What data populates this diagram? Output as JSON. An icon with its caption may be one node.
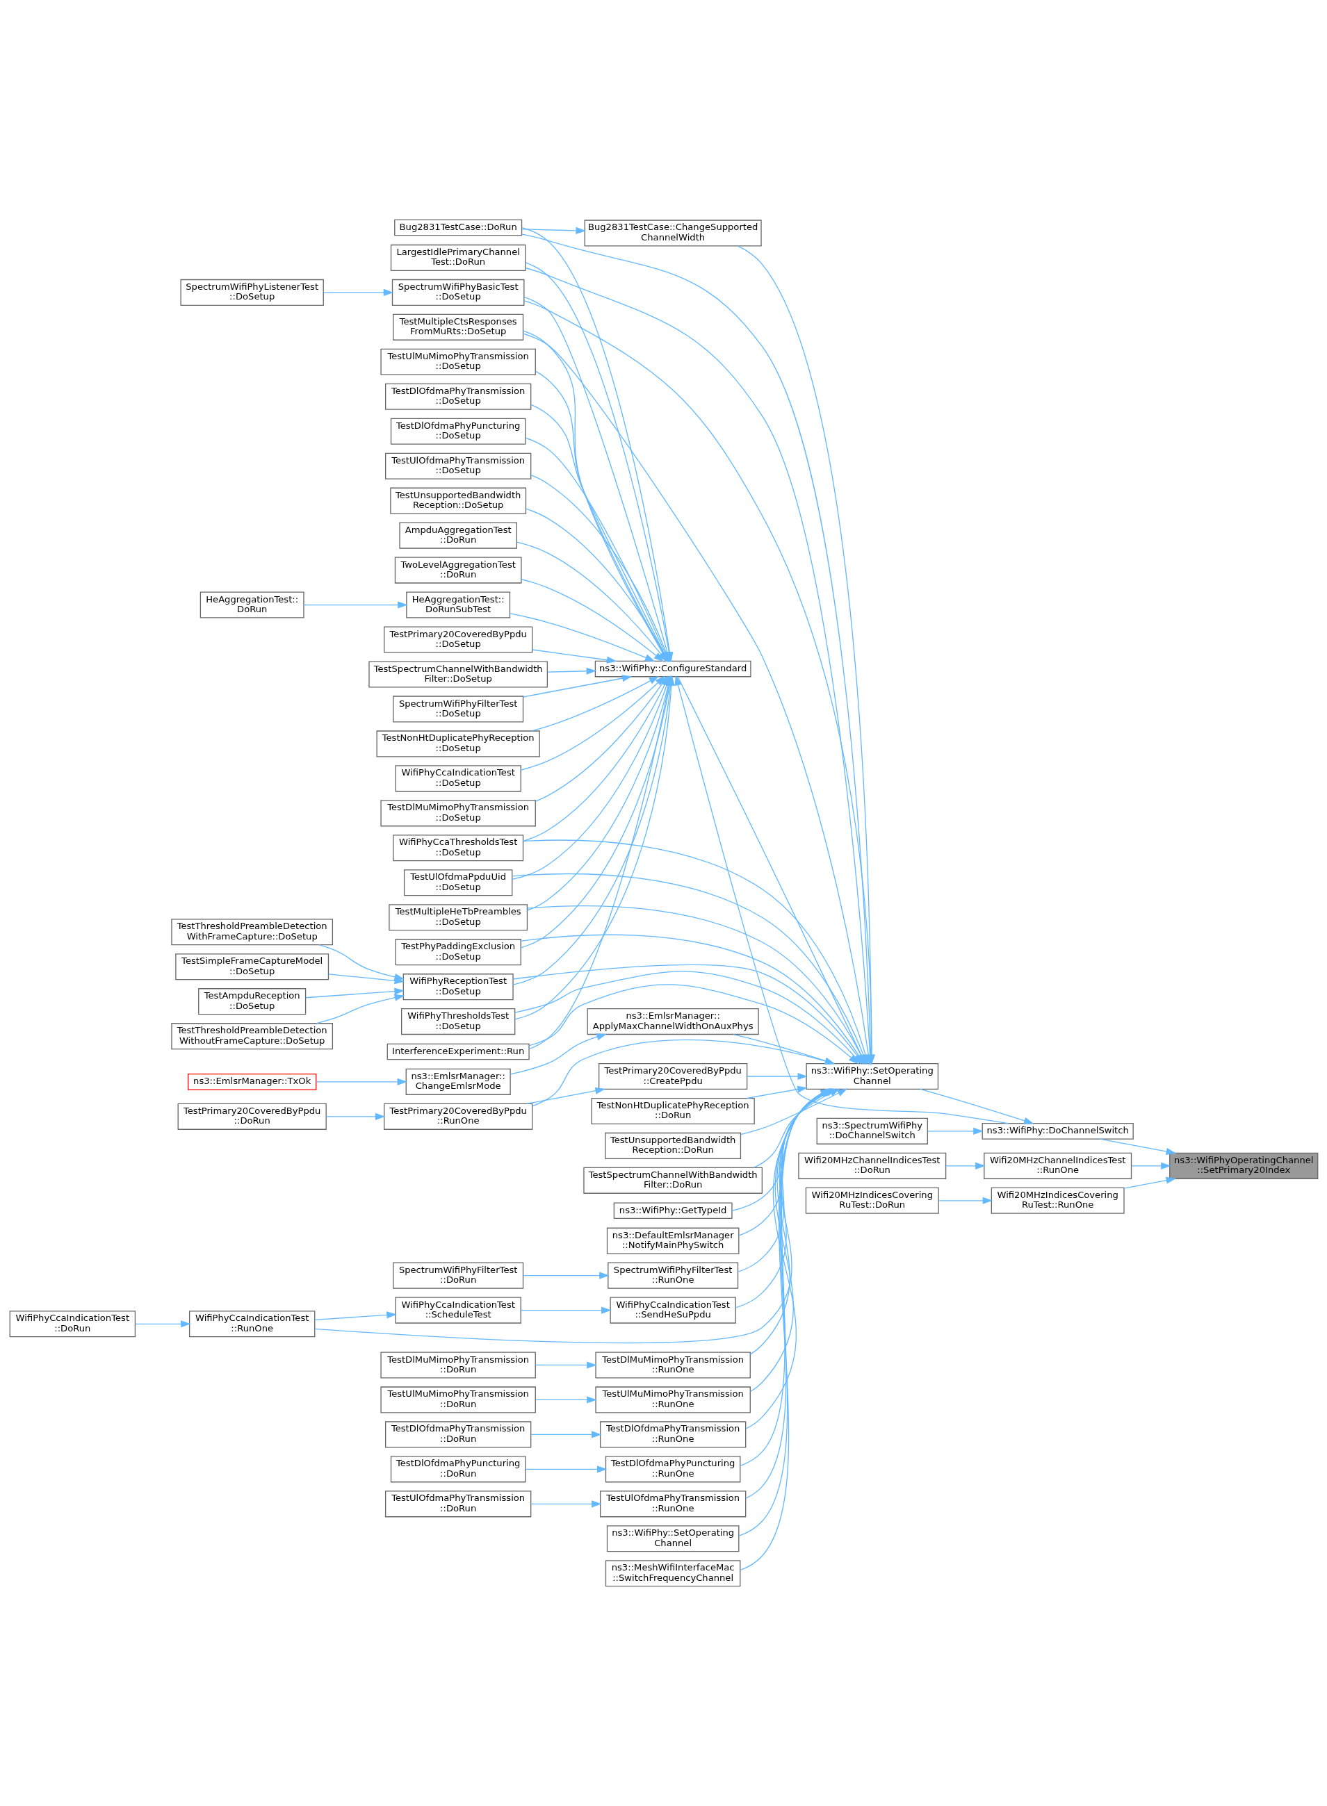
{
  "diagram": {
    "nodes": [
      {
        "text": [
          "ns3::EmlsrManager::TxOk"
        ]
      },
      {
        "text": [
          "ns3::EmlsrManager:: ChangeEmlsrMode"
        ]
      },
      {
        "text": [
          "ns3::EmlsrManager:: ApplyMaxChannelWidthOnAuxPhys"
        ]
      },
      {
        "text": [
          "Bug2831TestCase::DoRun"
        ]
      },
      {
        "text": [
          "LargestIdlePrimaryChannel Test::DoRun"
        ]
      },
      {
        "text": [
          "AmpduAggregationTest ::DoRun"
        ]
      },
      {
        "text": [
          "Bug2831TestCase::ChangeSupported ChannelWidth"
        ]
      },
      {
        "text": [
          "TwoLevelAggregationTest ::DoRun"
        ]
      },
      {
        "text": [
          "HeAggregationTest:: DoRun"
        ]
      },
      {
        "text": [
          "HeAggregationTest:: DoRunSubTest"
        ]
      },
      {
        "text": [
          "SpectrumWifiPhyListenerTest ::DoSetup"
        ]
      },
      {
        "text": [
          "SpectrumWifiPhyBasicTest ::DoSetup"
        ]
      },
      {
        "text": [
          "TestMultipleCtsResponses FromMuRts::DoSetup"
        ]
      },
      {
        "text": [
          "SpectrumWifiPhyFilterTest ::DoSetup"
        ]
      },
      {
        "text": [
          "TestNonHtDuplicatePhyReception ::DoSetup"
        ]
      },
      {
        "text": [
          "WifiPhyCcaIndicationTest ::DoSetup"
        ]
      },
      {
        "text": [
          "TestDlMuMimoPhyTransmission ::DoSetup"
        ]
      },
      {
        "text": [
          "TestUlMuMimoPhyTransmission ::DoSetup"
        ]
      },
      {
        "text": [
          "TestDlOfdmaPhyTransmission ::DoSetup"
        ]
      },
      {
        "text": [
          "TestDlOfdmaPhyPuncturing ::DoSetup"
        ]
      },
      {
        "text": [
          "ns3::WifiPhy::ConfigureStandard"
        ]
      },
      {
        "text": [
          "TestUlOfdmaPhyTransmission ::DoSetup"
        ]
      },
      {
        "text": [
          "TestUnsupportedBandwidth Reception::DoSetup"
        ]
      },
      {
        "text": [
          "TestPrimary20CoveredByPpdu ::DoSetup"
        ]
      },
      {
        "text": [
          "TestSpectrumChannelWithBandwidth Filter::DoSetup"
        ]
      },
      {
        "text": [
          "WifiPhyCcaThresholdsTest ::DoSetup"
        ]
      },
      {
        "text": [
          "TestUlOfdmaPpduUid ::DoSetup"
        ]
      },
      {
        "text": [
          "TestMultipleHeTbPreambles ::DoSetup"
        ]
      },
      {
        "text": [
          "TestThresholdPreambleDetection WithoutFrameCapture::DoSetup"
        ]
      },
      {
        "text": [
          "TestPhyPaddingExclusion ::DoSetup"
        ]
      },
      {
        "text": [
          "TestThresholdPreambleDetection WithFrameCapture::DoSetup"
        ]
      },
      {
        "text": [
          "WifiPhyReceptionTest ::DoSetup"
        ]
      },
      {
        "text": [
          "ns3::SpectrumWifiPhy ::DoChannelSwitch"
        ]
      },
      {
        "text": [
          "TestSimpleFrameCaptureModel ::DoSetup"
        ]
      },
      {
        "text": [
          "WifiPhyThresholdsTest ::DoSetup"
        ]
      },
      {
        "text": [
          "TestAmpduReception ::DoSetup"
        ]
      },
      {
        "text": [
          "ns3::WifiPhy::DoChannelSwitch"
        ]
      },
      {
        "text": [
          "InterferenceExperiment::Run"
        ]
      },
      {
        "text": [
          "ns3::WifiPhy::SetOperating Channel"
        ]
      },
      {
        "text": [
          "TestPrimary20CoveredByPpdu ::CreatePpdu"
        ]
      },
      {
        "text": [
          "TestPrimary20CoveredByPpdu ::DoRun"
        ]
      },
      {
        "text": [
          "TestPrimary20CoveredByPpdu ::RunOne"
        ]
      },
      {
        "text": [
          "Wifi20MHzChannelIndicesTest ::DoRun"
        ]
      },
      {
        "text": [
          "Wifi20MHzChannelIndicesTest ::RunOne"
        ]
      },
      {
        "text": [
          "ns3::WifiPhyOperatingChannel ::SetPrimary20Index"
        ]
      },
      {
        "text": [
          "TestNonHtDuplicatePhyReception ::DoRun"
        ]
      },
      {
        "text": [
          "Wifi20MHzIndicesCovering RuTest::DoRun"
        ]
      },
      {
        "text": [
          "Wifi20MHzIndicesCovering RuTest::RunOne"
        ]
      },
      {
        "text": [
          "TestUnsupportedBandwidth Reception::DoRun"
        ]
      },
      {
        "text": [
          "TestSpectrumChannelWithBandwidth Filter::DoRun"
        ]
      },
      {
        "text": [
          "ns3::WifiPhy::GetTypeId"
        ]
      },
      {
        "text": [
          "ns3::DefaultEmlsrManager ::NotifyMainPhySwitch"
        ]
      },
      {
        "text": [
          "SpectrumWifiPhyFilterTest ::DoRun"
        ]
      },
      {
        "text": [
          "SpectrumWifiPhyFilterTest ::RunOne"
        ]
      },
      {
        "text": [
          "WifiPhyCcaIndicationTest ::DoRun"
        ]
      },
      {
        "text": [
          "WifiPhyCcaIndicationTest ::RunOne"
        ]
      },
      {
        "text": [
          "WifiPhyCcaIndicationTest ::ScheduleTest"
        ]
      },
      {
        "text": [
          "WifiPhyCcaIndicationTest ::SendHeSuPpdu"
        ]
      },
      {
        "text": [
          "TestDlMuMimoPhyTransmission ::DoRun"
        ]
      },
      {
        "text": [
          "TestDlMuMimoPhyTransmission ::RunOne"
        ]
      },
      {
        "text": [
          "TestUlMuMimoPhyTransmission ::DoRun"
        ]
      },
      {
        "text": [
          "TestUlMuMimoPhyTransmission ::RunOne"
        ]
      },
      {
        "text": [
          "TestDlOfdmaPhyTransmission ::DoRun"
        ]
      },
      {
        "text": [
          "TestDlOfdmaPhyTransmission ::RunOne"
        ]
      },
      {
        "text": [
          "TestDlOfdmaPhyPuncturing ::DoRun"
        ]
      },
      {
        "text": [
          "TestDlOfdmaPhyPuncturing ::RunOne"
        ]
      },
      {
        "text": [
          "TestUlOfdmaPhyTransmission ::DoRun"
        ]
      },
      {
        "text": [
          "TestUlOfdmaPhyTransmission ::RunOne"
        ]
      },
      {
        "text": [
          "ns3::WifiPhy::SetOperating Channel"
        ]
      },
      {
        "text": [
          "ns3::MeshWifiInterfaceMac ::SwitchFrequencyChannel"
        ]
      }
    ],
    "edges": [
      {
        "from": 0,
        "to": 1,
        "arrow": "to"
      },
      {
        "from": 1,
        "to": 2,
        "arrow": "to"
      },
      {
        "from": 2,
        "to": 38,
        "arrow": "to"
      },
      {
        "from": 3,
        "to": 6,
        "arrow": "to"
      },
      {
        "from": 3,
        "to": 20,
        "arrow": "to"
      },
      {
        "from": 3,
        "to": 38,
        "arrow": "to"
      },
      {
        "from": 4,
        "to": 20,
        "arrow": "to"
      },
      {
        "from": 4,
        "to": 38,
        "arrow": "to"
      },
      {
        "from": 5,
        "to": 20,
        "arrow": "to"
      },
      {
        "from": 6,
        "to": 38,
        "arrow": "to"
      },
      {
        "from": 7,
        "to": 20,
        "arrow": "to"
      },
      {
        "from": 8,
        "to": 9,
        "arrow": "to"
      },
      {
        "from": 9,
        "to": 20,
        "arrow": "to"
      },
      {
        "from": 10,
        "to": 11,
        "arrow": "to"
      },
      {
        "from": 11,
        "to": 20,
        "arrow": "to"
      },
      {
        "from": 11,
        "to": 38,
        "arrow": "to"
      },
      {
        "from": 12,
        "to": 20,
        "arrow": "to"
      },
      {
        "from": 12,
        "to": 38,
        "arrow": "to"
      },
      {
        "from": 13,
        "to": 20,
        "arrow": "to"
      },
      {
        "from": 14,
        "to": 20,
        "arrow": "to"
      },
      {
        "from": 15,
        "to": 20,
        "arrow": "to"
      },
      {
        "from": 16,
        "to": 20,
        "arrow": "to"
      },
      {
        "from": 17,
        "to": 20,
        "arrow": "to"
      },
      {
        "from": 18,
        "to": 20,
        "arrow": "to"
      },
      {
        "from": 19,
        "to": 20,
        "arrow": "to"
      },
      {
        "from": 20,
        "to": 38,
        "arrow": "to"
      },
      {
        "from": 21,
        "to": 20,
        "arrow": "to"
      },
      {
        "from": 22,
        "to": 20,
        "arrow": "to"
      },
      {
        "from": 23,
        "to": 20,
        "arrow": "to"
      },
      {
        "from": 24,
        "to": 20,
        "arrow": "to"
      },
      {
        "from": 25,
        "to": 20,
        "arrow": "to"
      },
      {
        "from": 25,
        "to": 38,
        "arrow": "to"
      },
      {
        "from": 26,
        "to": 20,
        "arrow": "to"
      },
      {
        "from": 26,
        "to": 38,
        "arrow": "to"
      },
      {
        "from": 27,
        "to": 20,
        "arrow": "to"
      },
      {
        "from": 27,
        "to": 38,
        "arrow": "to"
      },
      {
        "from": 28,
        "to": 31,
        "arrow": "to"
      },
      {
        "from": 29,
        "to": 20,
        "arrow": "to"
      },
      {
        "from": 29,
        "to": 38,
        "arrow": "to"
      },
      {
        "from": 30,
        "to": 31,
        "arrow": "to"
      },
      {
        "from": 31,
        "to": 20,
        "arrow": "to"
      },
      {
        "from": 31,
        "to": 38,
        "arrow": "to"
      },
      {
        "from": 32,
        "to": 36,
        "arrow": "to"
      },
      {
        "from": 33,
        "to": 31,
        "arrow": "to"
      },
      {
        "from": 34,
        "to": 20,
        "arrow": "to"
      },
      {
        "from": 34,
        "to": 38,
        "arrow": "to"
      },
      {
        "from": 35,
        "to": 31,
        "arrow": "to"
      },
      {
        "from": 36,
        "to": 44,
        "arrow": "to"
      },
      {
        "from": 36,
        "to": 20,
        "arrow": "to"
      },
      {
        "from": 37,
        "to": 20,
        "arrow": "to"
      },
      {
        "from": 37,
        "to": 38,
        "arrow": "to"
      },
      {
        "from": 38,
        "to": 36,
        "arrow": "to"
      },
      {
        "from": 39,
        "to": 38,
        "arrow": "to"
      },
      {
        "from": 40,
        "to": 41,
        "arrow": "to"
      },
      {
        "from": 41,
        "to": 39,
        "arrow": "to"
      },
      {
        "from": 41,
        "to": 38,
        "arrow": "to"
      },
      {
        "from": 42,
        "to": 43,
        "arrow": "to"
      },
      {
        "from": 43,
        "to": 44,
        "arrow": "to"
      },
      {
        "from": 45,
        "to": 38,
        "arrow": "to"
      },
      {
        "from": 46,
        "to": 47,
        "arrow": "to"
      },
      {
        "from": 47,
        "to": 44,
        "arrow": "to"
      },
      {
        "from": 48,
        "to": 38,
        "arrow": "to"
      },
      {
        "from": 49,
        "to": 38,
        "arrow": "to"
      },
      {
        "from": 50,
        "to": 38,
        "arrow": "to"
      },
      {
        "from": 51,
        "to": 38,
        "arrow": "to"
      },
      {
        "from": 52,
        "to": 53,
        "arrow": "to"
      },
      {
        "from": 53,
        "to": 38,
        "arrow": "to"
      },
      {
        "from": 54,
        "to": 55,
        "arrow": "to"
      },
      {
        "from": 55,
        "to": 56,
        "arrow": "to"
      },
      {
        "from": 55,
        "to": 38,
        "arrow": "to"
      },
      {
        "from": 56,
        "to": 57,
        "arrow": "to"
      },
      {
        "from": 57,
        "to": 38,
        "arrow": "to"
      },
      {
        "from": 58,
        "to": 59,
        "arrow": "to"
      },
      {
        "from": 59,
        "to": 38,
        "arrow": "to"
      },
      {
        "from": 60,
        "to": 61,
        "arrow": "to"
      },
      {
        "from": 61,
        "to": 38,
        "arrow": "to"
      },
      {
        "from": 62,
        "to": 63,
        "arrow": "to"
      },
      {
        "from": 63,
        "to": 38,
        "arrow": "to"
      },
      {
        "from": 64,
        "to": 65,
        "arrow": "to"
      },
      {
        "from": 65,
        "to": 38,
        "arrow": "to"
      },
      {
        "from": 66,
        "to": 67,
        "arrow": "to"
      },
      {
        "from": 67,
        "to": 38,
        "arrow": "to"
      },
      {
        "from": 68,
        "to": 38,
        "arrow": "to"
      },
      {
        "from": 69,
        "to": 38,
        "arrow": "to"
      }
    ]
  }
}
